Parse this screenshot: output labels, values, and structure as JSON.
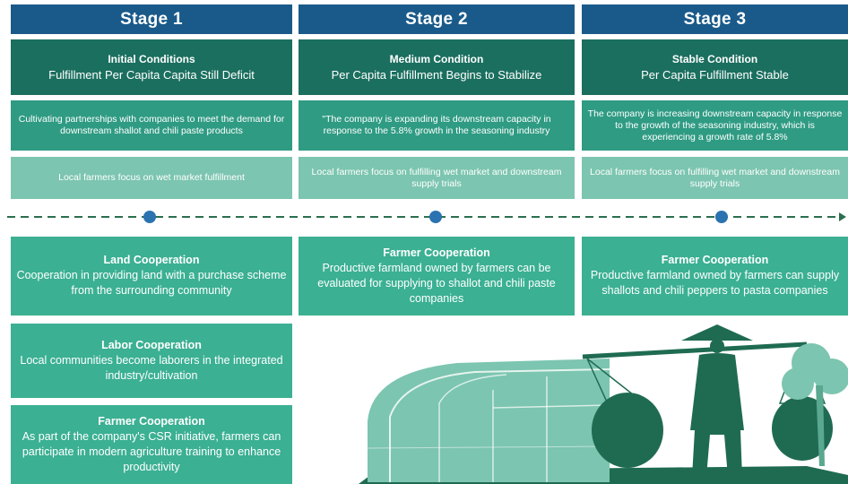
{
  "stages": [
    {
      "header": "Stage 1",
      "condition_title": "Initial Conditions",
      "condition_desc": "Fulfillment Per Capita Capita Still Deficit",
      "partnership": "Cultivating partnerships with companies to meet the demand for downstream shallot and chili paste products",
      "farmers": "Local farmers focus on wet market fulfillment"
    },
    {
      "header": "Stage 2",
      "condition_title": "Medium Condition",
      "condition_desc": "Per Capita Fulfillment Begins to Stabilize",
      "partnership": "\"The company is expanding its downstream capacity in response to the 5.8% growth in the seasoning industry",
      "farmers": "Local farmers focus on fulfilling wet market and downstream supply trials"
    },
    {
      "header": "Stage 3",
      "condition_title": "Stable Condition",
      "condition_desc": "Per Capita Fulfillment Stable",
      "partnership": "The company is increasing downstream capacity in response to the growth of the seasoning industry, which is experiencing a growth rate of 5.8%",
      "farmers": "Local farmers focus on fulfilling wet market and downstream supply trials"
    }
  ],
  "cooperations": {
    "land": {
      "title": "Land Cooperation",
      "desc": "Cooperation in providing land with a purchase scheme from the surrounding community"
    },
    "labor": {
      "title": "Labor Cooperation",
      "desc": "Local communities become laborers in the integrated industry/cultivation"
    },
    "farmer1": {
      "title": "Farmer Cooperation",
      "desc": "As part of the company's CSR initiative, farmers can participate in modern agriculture training to enhance productivity"
    },
    "farmer2": {
      "title": "Farmer Cooperation",
      "desc": "Productive farmland owned by farmers can be evaluated for supplying to shallot and chili paste companies"
    },
    "farmer3": {
      "title": "Farmer Cooperation",
      "desc": "Productive farmland owned by farmers can supply shallots and chili peppers to pasta companies"
    }
  },
  "colors": {
    "header": "#1a5a8a",
    "condition": "#1b6f5f",
    "partnership": "#2f9b83",
    "farmers": "#7cc5b0",
    "cooperation": "#3bb093",
    "timeline": "#2a6f4e",
    "timeline_dot": "#2b73b0",
    "illustration": "#1f6b52"
  }
}
